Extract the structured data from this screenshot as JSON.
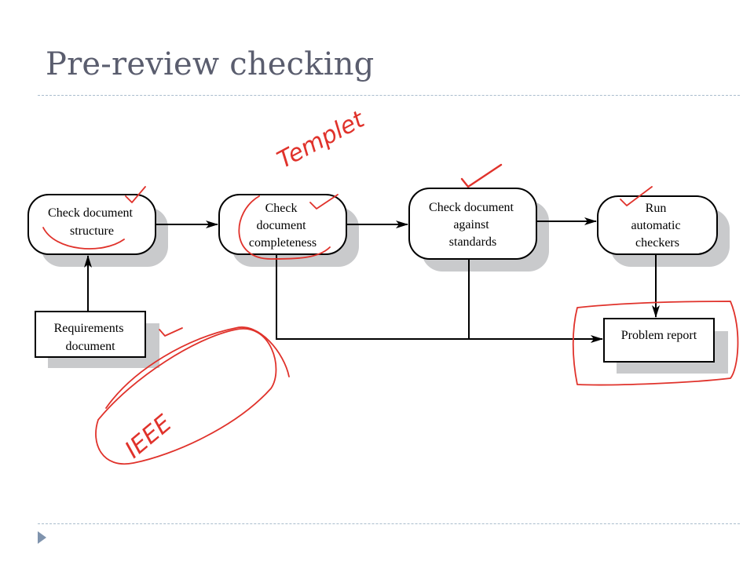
{
  "slide": {
    "title": "Pre-review checking"
  },
  "diagram": {
    "process_steps": [
      {
        "id": "structure",
        "lines": [
          "Check document",
          "structure"
        ]
      },
      {
        "id": "completeness",
        "lines": [
          "Check",
          "document",
          "completeness"
        ]
      },
      {
        "id": "standards",
        "lines": [
          "Check document",
          "against",
          "standards"
        ]
      },
      {
        "id": "checkers",
        "lines": [
          "Run",
          "automatic",
          "checkers"
        ]
      }
    ],
    "artifacts": [
      {
        "id": "requirements",
        "lines": [
          "Requirements",
          "document"
        ]
      },
      {
        "id": "report",
        "lines": [
          "Problem report"
        ]
      }
    ]
  },
  "annotations": {
    "handwritten_template": "Templet",
    "handwritten_ieee": "IEEE",
    "color": "#e0322b"
  }
}
